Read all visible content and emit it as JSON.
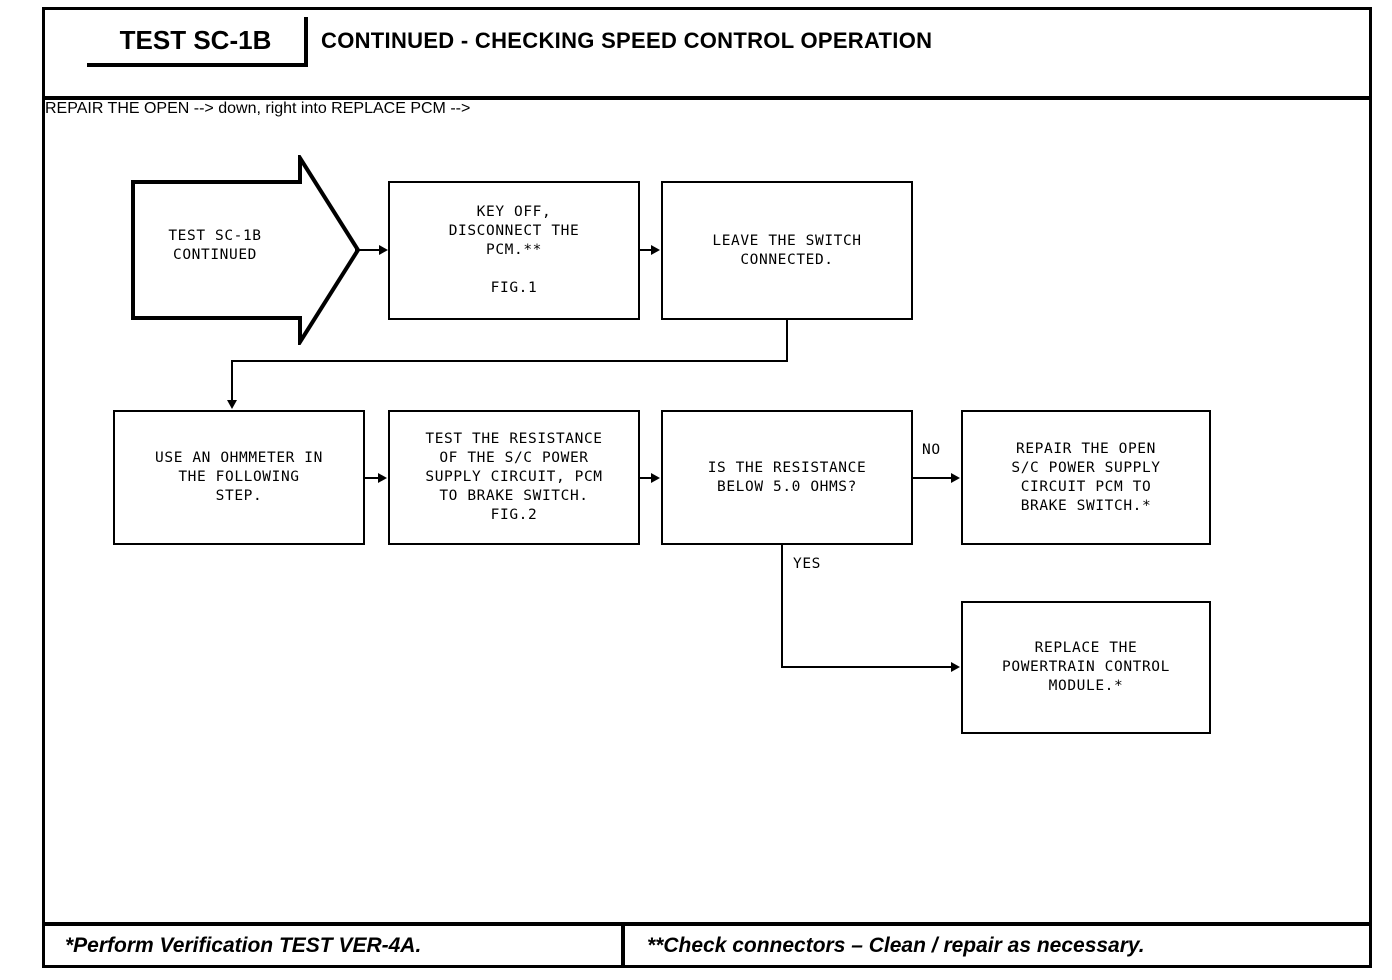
{
  "header": {
    "test_id": "TEST SC-1B",
    "subtitle": "CONTINUED -  CHECKING SPEED CONTROL OPERATION"
  },
  "diagram": {
    "type": "flowchart",
    "nodes": [
      {
        "id": "start",
        "shape": "arrow-chevron",
        "text": "TEST SC-1B\nCONTINUED"
      },
      {
        "id": "key-off",
        "shape": "rect",
        "text": "KEY OFF,\nDISCONNECT THE\nPCM.**\n\nFIG.1"
      },
      {
        "id": "leave-switch",
        "shape": "rect",
        "text": "LEAVE THE SWITCH\nCONNECTED."
      },
      {
        "id": "use-ohmmeter",
        "shape": "rect",
        "text": "USE AN OHMMETER IN\nTHE FOLLOWING\nSTEP."
      },
      {
        "id": "test-resistance",
        "shape": "rect",
        "text": "TEST THE RESISTANCE\nOF THE S/C POWER\nSUPPLY CIRCUIT, PCM\nTO BRAKE SWITCH.\nFIG.2"
      },
      {
        "id": "decision",
        "shape": "rect",
        "text": "IS THE RESISTANCE\nBELOW 5.0 OHMS?"
      },
      {
        "id": "repair-open",
        "shape": "rect",
        "text": "REPAIR THE OPEN\nS/C POWER SUPPLY\nCIRCUIT PCM TO\nBRAKE SWITCH.*"
      },
      {
        "id": "replace-pcm",
        "shape": "rect",
        "text": "REPLACE THE\nPOWERTRAIN CONTROL\nMODULE.*"
      }
    ],
    "edge_labels": {
      "no": "NO",
      "yes": "YES"
    }
  },
  "footer": {
    "left_note": "*Perform Verification TEST VER-4A.",
    "right_note": "**Check connectors – Clean / repair as necessary."
  }
}
